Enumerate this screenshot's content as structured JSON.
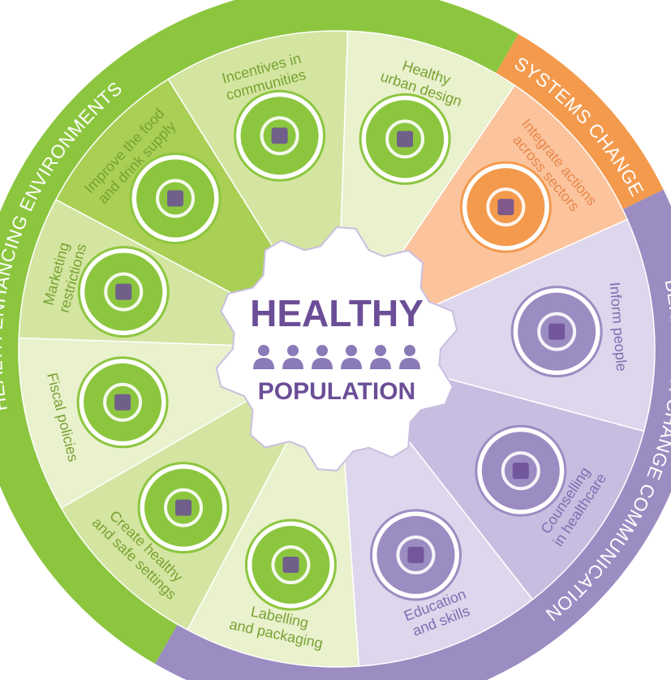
{
  "center": {
    "title": "HEALTHY",
    "subtitle": "POPULATION"
  },
  "rings": {
    "health_environments": "HEALTH ENHANCING ENVIRONMENTS",
    "systems_change": "SYSTEMS CHANGE",
    "behaviour_change": "BEHAVIOUR CHANGE COMMUNICATION"
  },
  "segments": [
    {
      "id": "incentives",
      "lines": [
        "Incentives in",
        "communities"
      ],
      "icon": "people-lightbulb-icon"
    },
    {
      "id": "urban-design",
      "lines": [
        "Healthy",
        "urban design"
      ],
      "icon": "building-trees-cyclist-icon"
    },
    {
      "id": "integrate",
      "lines": [
        "Integrate actions",
        "across sectors"
      ],
      "icon": "joined-hands-icon"
    },
    {
      "id": "inform",
      "lines": [
        "Inform people"
      ],
      "icon": "megaphone-icon"
    },
    {
      "id": "counselling",
      "lines": [
        "Counselling",
        "in healthcare"
      ],
      "icon": "hand-plus-icon"
    },
    {
      "id": "education",
      "lines": [
        "Education",
        "and skills"
      ],
      "icon": "head-gears-icon"
    },
    {
      "id": "labelling",
      "lines": [
        "Labelling",
        "and packaging"
      ],
      "icon": "jar-magnifier-icon"
    },
    {
      "id": "settings",
      "lines": [
        "Create healthy",
        "and safe settings"
      ],
      "icon": "clipboard-check-icon"
    },
    {
      "id": "fiscal",
      "lines": [
        "Fiscal policies"
      ],
      "icon": "calculator-coins-icon"
    },
    {
      "id": "marketing",
      "lines": [
        "Marketing",
        "restrictions"
      ],
      "icon": "screens-stop-hand-icon"
    },
    {
      "id": "food-supply",
      "lines": [
        "Improve the food",
        "and drink supply"
      ],
      "icon": "recycle-wheat-glass-icon"
    }
  ],
  "colors": {
    "green_dark": "#8cc63f",
    "green_mid": "#a9cf54",
    "green_light": "#d3e5a0",
    "green_pale": "#e9f1cd",
    "green_text": "#78a232",
    "orange": "#f39a4d",
    "orange_light": "#fbc49c",
    "purple": "#9b8cc2",
    "purple_mid": "#c7bde0",
    "purple_light": "#ddd6ec",
    "purple_text": "#7f6db1",
    "center_text": "#6b4e97"
  }
}
